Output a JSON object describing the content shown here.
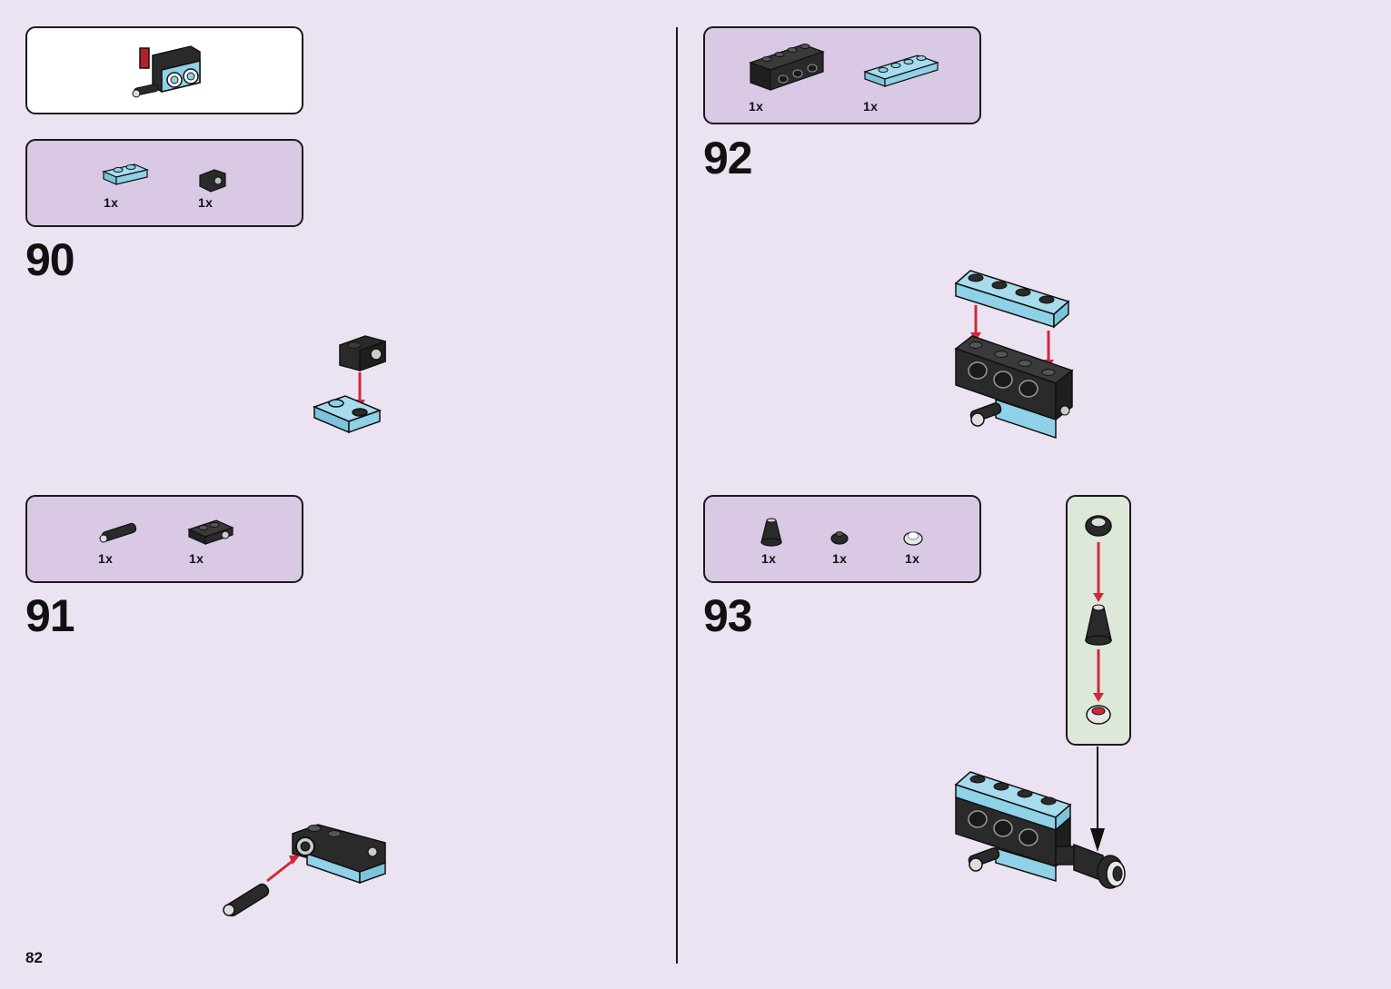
{
  "page": {
    "number": "82"
  },
  "colors": {
    "background": "#ece3f2",
    "parts_box": "#d9c9e4",
    "subassembly_box": "#dde8db",
    "brick_black": "#2a2a2a",
    "brick_light_blue": "#8fd1e6",
    "arrow_red": "#d0283a",
    "accent_red": "#b3202a"
  },
  "left_page": {
    "submodel_callout": {
      "icon": "engine-submodel-icon"
    },
    "steps": [
      {
        "number": "90",
        "parts": [
          {
            "qty": "1x",
            "icon": "light-blue-plate-1x2-icon"
          },
          {
            "qty": "1x",
            "icon": "black-bracket-icon"
          }
        ]
      },
      {
        "number": "91",
        "parts": [
          {
            "qty": "1x",
            "icon": "black-pin-icon"
          },
          {
            "qty": "1x",
            "icon": "black-plate-with-hole-icon"
          }
        ]
      }
    ]
  },
  "right_page": {
    "steps": [
      {
        "number": "92",
        "parts": [
          {
            "qty": "1x",
            "icon": "black-technic-brick-1x4-icon"
          },
          {
            "qty": "1x",
            "icon": "light-blue-plate-1x4-icon"
          }
        ]
      },
      {
        "number": "93",
        "parts": [
          {
            "qty": "1x",
            "icon": "black-cone-icon"
          },
          {
            "qty": "1x",
            "icon": "black-round-plate-icon"
          },
          {
            "qty": "1x",
            "icon": "silver-round-tile-icon"
          }
        ],
        "subassembly": {
          "icon": "exhaust-subassembly-icon"
        }
      }
    ]
  }
}
